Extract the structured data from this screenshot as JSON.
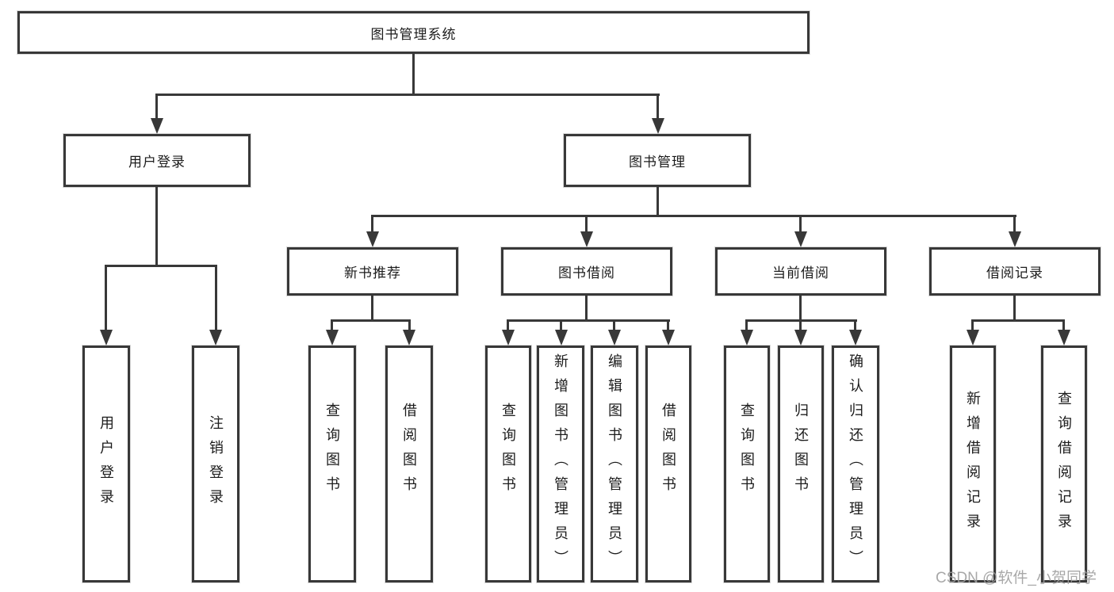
{
  "diagram": {
    "root": {
      "label": "图书管理系统"
    },
    "user_login": {
      "label": "用户登录",
      "children": [
        {
          "label": "用户登录"
        },
        {
          "label": "注销登录"
        }
      ]
    },
    "book_mgmt": {
      "label": "图书管理",
      "new_book_rec": {
        "label": "新书推荐",
        "children": [
          {
            "label": "查询图书"
          },
          {
            "label": "借阅图书"
          }
        ]
      },
      "book_borrow": {
        "label": "图书借阅",
        "children": [
          {
            "label": "查询图书"
          },
          {
            "label": "新增图书（管理员）"
          },
          {
            "label": "编辑图书（管理员）"
          },
          {
            "label": "借阅图书"
          }
        ]
      },
      "current_borrow": {
        "label": "当前借阅",
        "children": [
          {
            "label": "查询图书"
          },
          {
            "label": "归还图书"
          },
          {
            "label": "确认归还（管理员）"
          }
        ]
      },
      "borrow_records": {
        "label": "借阅记录",
        "children": [
          {
            "label": "新增借阅记录"
          },
          {
            "label": "查询借阅记录"
          }
        ]
      }
    },
    "colors": {
      "line": "#383838",
      "text": "#1c1c1c",
      "background": "#ffffff",
      "watermark": "#9e9e9e"
    }
  },
  "watermark": {
    "text": "CSDN @软件_小贺同学"
  }
}
